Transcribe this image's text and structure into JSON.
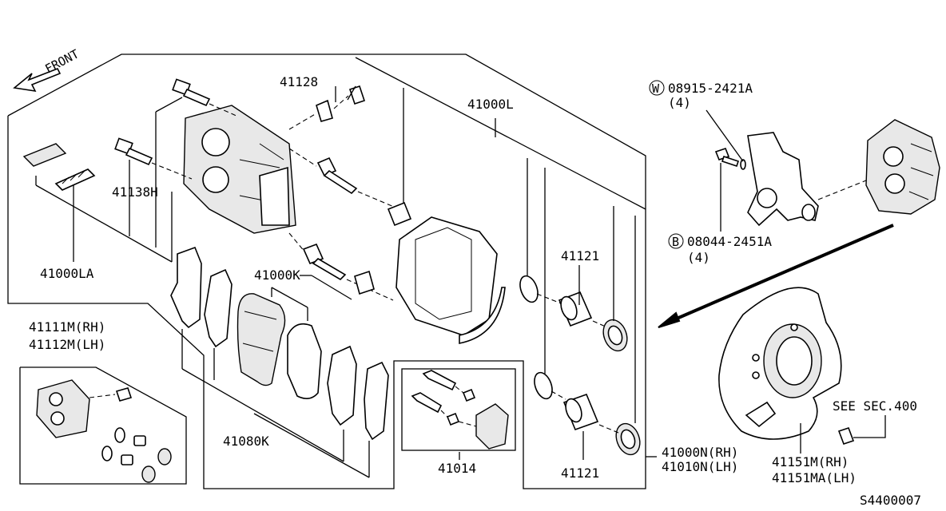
{
  "direction_label": "FRONT",
  "diagram_code": "S4400007",
  "labels": {
    "caliper_lh": "41000L",
    "pin_boot": "41128",
    "bolt": "41138H",
    "pad_kit": "41000LA",
    "pad_set": "41000K",
    "shim_kit": "41080K",
    "caliper_repair": "41014",
    "piston_upper": "41121",
    "piston_lower": "41121",
    "caliper_assy_rh": "41000N(RH)",
    "caliper_assy_lh": "41010N(LH)",
    "caliper_kit_rh": "41111M(RH)",
    "caliper_kit_lh": "41112M(LH)",
    "washer_part": "08915-2421A",
    "washer_qty": "(4)",
    "washer_symbol": "W",
    "bolt_part": "08044-2451A",
    "bolt_qty": "(4)",
    "bolt_symbol": "B",
    "see_sec": "SEE SEC.400",
    "plate_rh": "41151M(RH)",
    "plate_lh": "41151MA(LH)"
  }
}
